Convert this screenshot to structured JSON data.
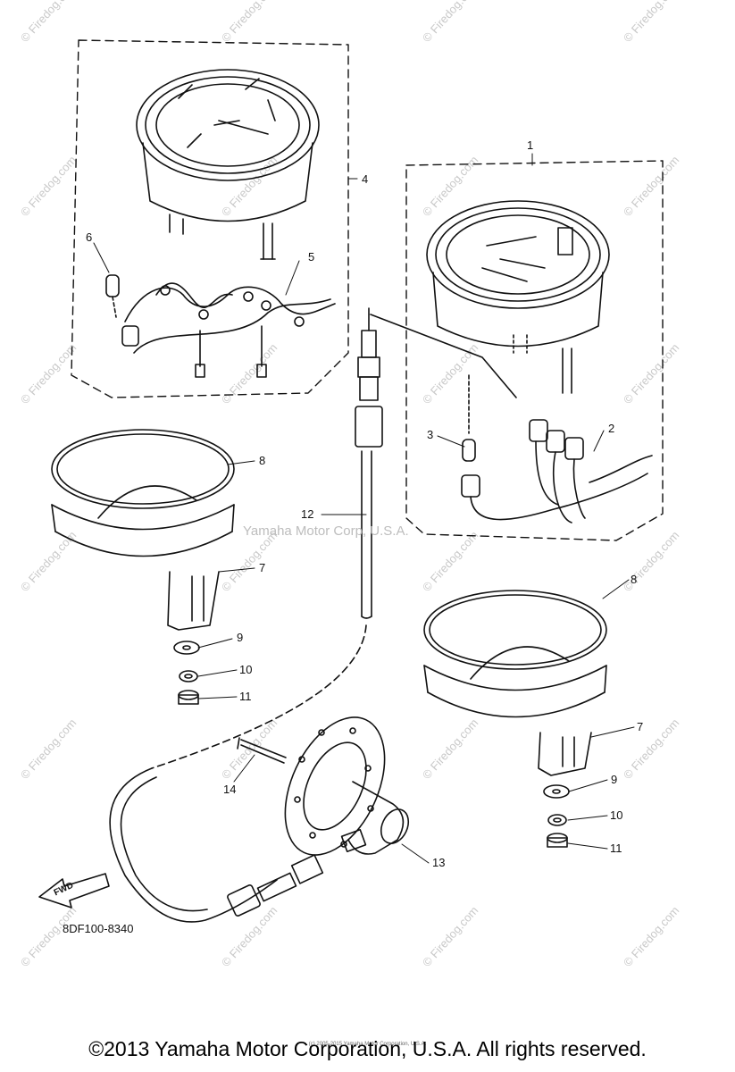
{
  "footer_copyright": "©2013 Yamaha Motor Corporation, U.S.A. All rights reserved.",
  "fine_print": "(c) 2005-2015 Yamaha Motor Corporation, U.S.A.",
  "center_watermark": "Yamaha Motor Corp, U.S.A.",
  "part_code": "8DF100-8340",
  "fwd_label": "FWD",
  "watermark_text": "© Firedog.com",
  "callouts": {
    "c1": "1",
    "c2": "2",
    "c3": "3",
    "c4": "4",
    "c5": "5",
    "c6": "6",
    "c7a": "7",
    "c7b": "7",
    "c8a": "8",
    "c8b": "8",
    "c9a": "9",
    "c9b": "9",
    "c10a": "10",
    "c10b": "10",
    "c11a": "11",
    "c11b": "11",
    "c12": "12",
    "c13": "13",
    "c14": "14"
  }
}
